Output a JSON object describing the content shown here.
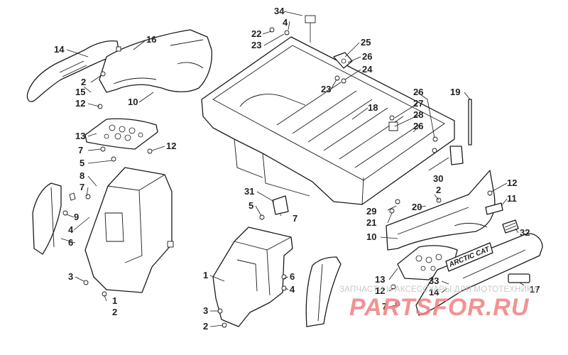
{
  "callouts": [
    {
      "id": "c34a",
      "text": "34"
    },
    {
      "id": "c4a",
      "text": "4"
    },
    {
      "id": "c22",
      "text": "22"
    },
    {
      "id": "c23a",
      "text": "23"
    },
    {
      "id": "c25",
      "text": "25"
    },
    {
      "id": "c26a",
      "text": "26"
    },
    {
      "id": "c24",
      "text": "24"
    },
    {
      "id": "c23b",
      "text": "23"
    },
    {
      "id": "c14a",
      "text": "14"
    },
    {
      "id": "c16",
      "text": "16"
    },
    {
      "id": "c2a",
      "text": "2"
    },
    {
      "id": "c15",
      "text": "15"
    },
    {
      "id": "c12a",
      "text": "12"
    },
    {
      "id": "c10a",
      "text": "10"
    },
    {
      "id": "c13a",
      "text": "13"
    },
    {
      "id": "c7a",
      "text": "7"
    },
    {
      "id": "c12b",
      "text": "12"
    },
    {
      "id": "c5a",
      "text": "5"
    },
    {
      "id": "c8",
      "text": "8"
    },
    {
      "id": "c7b",
      "text": "7"
    },
    {
      "id": "c9",
      "text": "9"
    },
    {
      "id": "c4b",
      "text": "4"
    },
    {
      "id": "c6a",
      "text": "6"
    },
    {
      "id": "c3a",
      "text": "3"
    },
    {
      "id": "c1a",
      "text": "1"
    },
    {
      "id": "c2b",
      "text": "2"
    },
    {
      "id": "c26b",
      "text": "26"
    },
    {
      "id": "c19",
      "text": "19"
    },
    {
      "id": "c27",
      "text": "27"
    },
    {
      "id": "c18",
      "text": "18"
    },
    {
      "id": "c28",
      "text": "28"
    },
    {
      "id": "c26c",
      "text": "26"
    },
    {
      "id": "c30",
      "text": "30"
    },
    {
      "id": "c12c",
      "text": "12"
    },
    {
      "id": "c2c",
      "text": "2"
    },
    {
      "id": "c11",
      "text": "11"
    },
    {
      "id": "c31",
      "text": "31"
    },
    {
      "id": "c5b",
      "text": "5"
    },
    {
      "id": "c7c",
      "text": "7"
    },
    {
      "id": "c29",
      "text": "29"
    },
    {
      "id": "c20",
      "text": "20"
    },
    {
      "id": "c21",
      "text": "21"
    },
    {
      "id": "c10b",
      "text": "10"
    },
    {
      "id": "c32",
      "text": "32"
    },
    {
      "id": "c1b",
      "text": "1"
    },
    {
      "id": "c6b",
      "text": "6"
    },
    {
      "id": "c4c",
      "text": "4"
    },
    {
      "id": "c3b",
      "text": "3"
    },
    {
      "id": "c2d",
      "text": "2"
    },
    {
      "id": "c13b",
      "text": "13"
    },
    {
      "id": "c12d",
      "text": "12"
    },
    {
      "id": "c7d",
      "text": "7"
    },
    {
      "id": "c33",
      "text": "33"
    },
    {
      "id": "c14b",
      "text": "14"
    },
    {
      "id": "c17",
      "text": "17"
    }
  ],
  "decal_text": "ARCTIC CAT",
  "watermark": {
    "line": "ЗАПЧАСТИ И АКСЕССУАРЫ ДЛЯ МОТОТЕХНИКИ",
    "logo": "PARTSFOR.RU"
  }
}
